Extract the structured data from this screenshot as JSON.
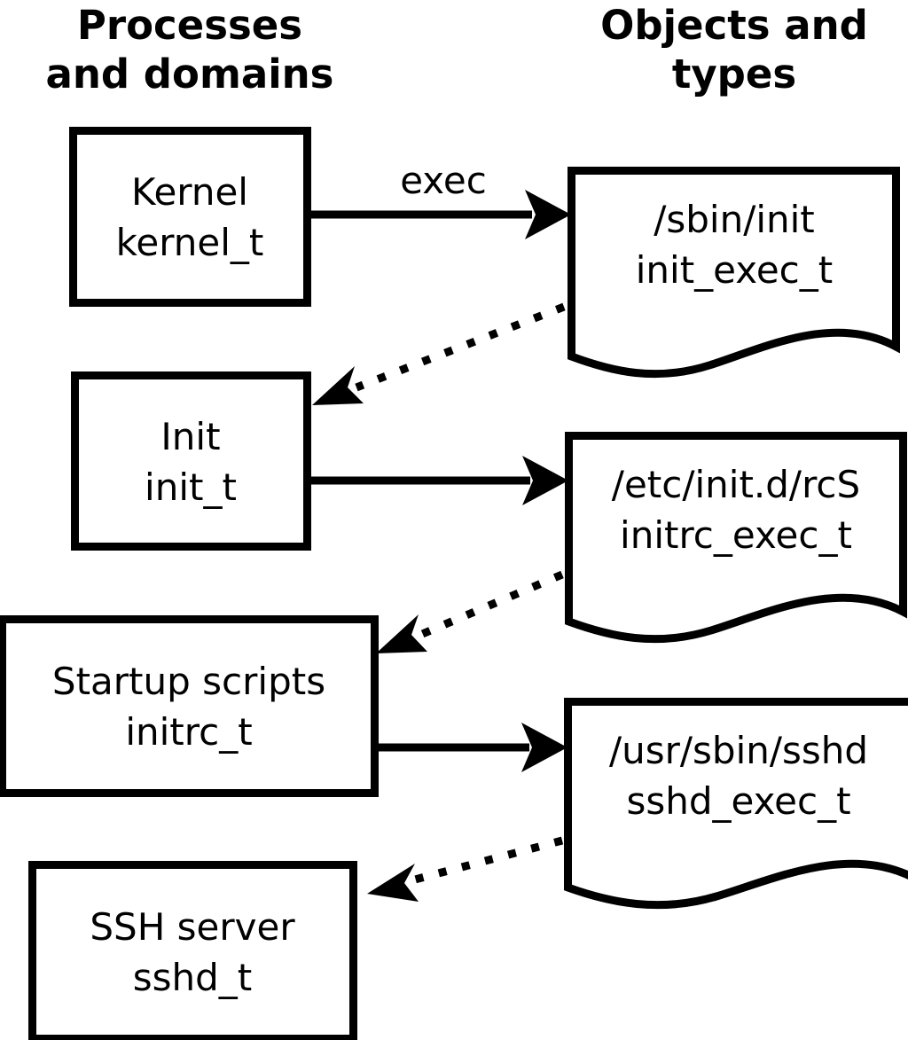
{
  "diagram": {
    "title_left": "Processes\nand domains",
    "background_color": "#ffffff",
    "line_color": "#000000",
    "columns": [
      {
        "id": "left",
        "line1": "Processes",
        "line2": "and domains"
      },
      {
        "id": "right",
        "line1": "Objects and",
        "line2": "types"
      }
    ],
    "process_nodes": [
      {
        "id": "kernel",
        "line1": "Kernel",
        "line2": "kernel_t"
      },
      {
        "id": "init",
        "line1": "Init",
        "line2": "init_t"
      },
      {
        "id": "initrc",
        "line1": "Startup scripts",
        "line2": "initrc_t"
      },
      {
        "id": "sshd",
        "line1": "SSH server",
        "line2": "sshd_t"
      }
    ],
    "object_nodes": [
      {
        "id": "init_exec",
        "line1": "/sbin/init",
        "line2": "init_exec_t"
      },
      {
        "id": "initrc_exec",
        "line1": "/etc/init.d/rcS",
        "line2": "initrc_exec_t"
      },
      {
        "id": "sshd_exec",
        "line1": "/usr/sbin/sshd",
        "line2": "sshd_exec_t"
      }
    ],
    "edges": [
      {
        "id": "kernel-exec-init_exec",
        "from": "kernel",
        "to": "init_exec",
        "label": "exec",
        "style": "solid"
      },
      {
        "id": "init_exec-transition-init",
        "from": "init_exec",
        "to": "init",
        "label": "",
        "style": "dotted"
      },
      {
        "id": "init-exec-initrc_exec",
        "from": "init",
        "to": "initrc_exec",
        "label": "",
        "style": "solid"
      },
      {
        "id": "initrc_exec-transition-initrc",
        "from": "initrc_exec",
        "to": "initrc",
        "label": "",
        "style": "dotted"
      },
      {
        "id": "initrc-exec-sshd_exec",
        "from": "initrc",
        "to": "sshd_exec",
        "label": "",
        "style": "solid"
      },
      {
        "id": "sshd_exec-transition-sshd",
        "from": "sshd_exec",
        "to": "sshd",
        "label": "",
        "style": "dotted"
      }
    ]
  }
}
